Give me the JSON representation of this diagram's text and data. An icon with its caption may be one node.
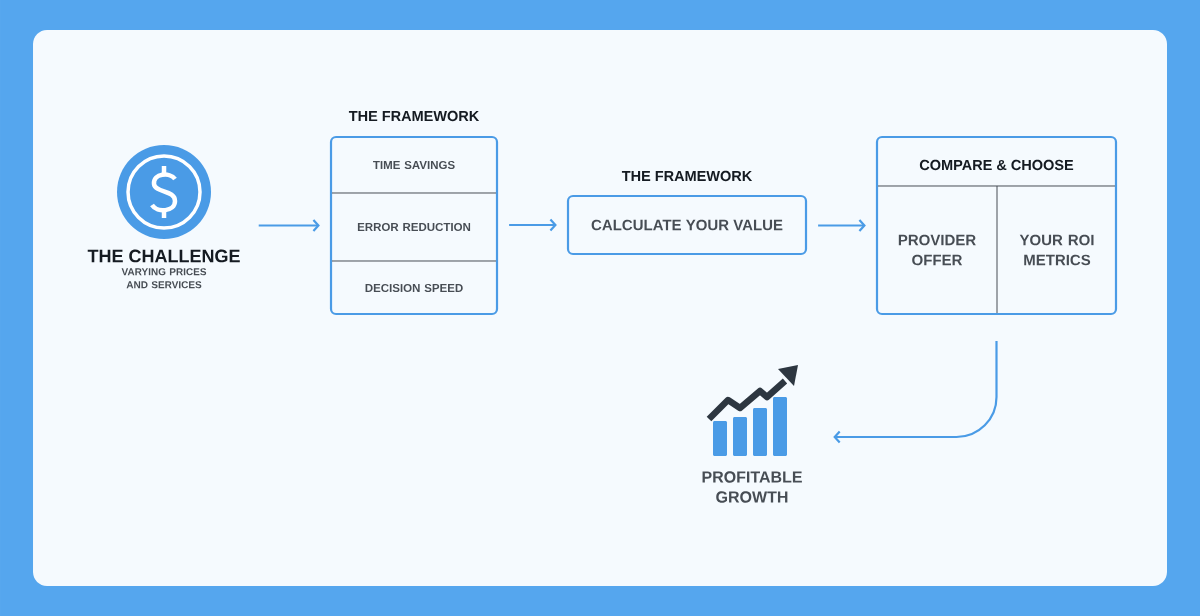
{
  "diagram": {
    "nodes": [
      {
        "text": [
          "THE CHALLENGE",
          "VARYING PRICES AND SERVICES"
        ]
      },
      {
        "text": [
          "THE FRAMEWORK"
        ]
      },
      {
        "text": [
          "TIME SAVINGS"
        ],
        "in": 1
      },
      {
        "text": [
          "ERROR REDUCTION"
        ],
        "in": 1
      },
      {
        "text": [
          "DECISION SPEED"
        ],
        "in": 1
      },
      {
        "text": [
          "THE FRAMEWORK",
          "CALCULATE YOUR VALUE"
        ]
      },
      {
        "text": [
          "COMPARE & CHOOSE"
        ]
      },
      {
        "text": [
          "PROVIDER OFFER"
        ],
        "in": 6
      },
      {
        "text": [
          "YOUR ROI METRICS"
        ],
        "in": 6
      },
      {
        "text": [
          "PROFITABLE GROWTH"
        ]
      }
    ],
    "edges": [
      {
        "from": 0,
        "to": 1,
        "arrow": "to"
      },
      {
        "from": 1,
        "to": 5,
        "arrow": "to"
      },
      {
        "from": 5,
        "to": 6,
        "arrow": "to"
      },
      {
        "from": 6,
        "to": 9,
        "arrow": "to"
      }
    ]
  }
}
